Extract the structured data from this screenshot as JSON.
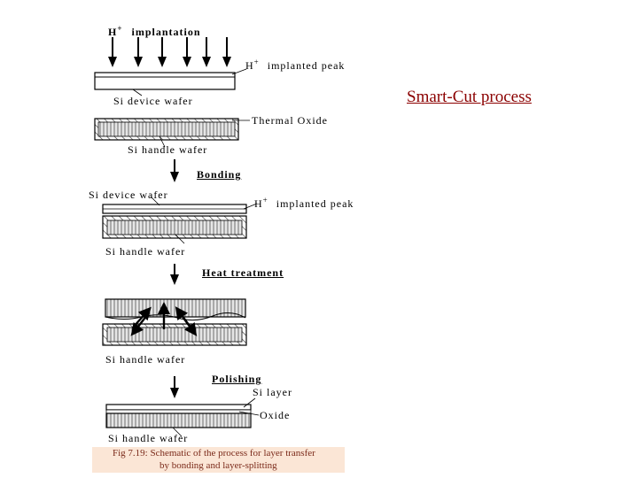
{
  "title": "Smart-Cut process",
  "labels": {
    "h_implantation": "H",
    "h_sup": "+",
    "implantation_word": "implantation",
    "implanted_peak_1": "implanted peak",
    "h_sup_1": "+",
    "si_device_wafer_1": "Si device wafer",
    "thermal_oxide": "Thermal Oxide",
    "si_handle_wafer_1": "Si handle wafer",
    "bonding": "Bonding",
    "si_device_wafer_2": "Si device wafer",
    "implanted_peak_2": "implanted peak",
    "h_sup_2": "+",
    "si_handle_wafer_2": "Si handle wafer",
    "heat_treatment": "Heat treatment",
    "si_handle_wafer_3": "Si handle wafer",
    "polishing": "Polishing",
    "si_layer": "Si layer",
    "oxide": "Oxide",
    "si_handle_wafer_4": "Si handle wafer"
  },
  "caption": {
    "line1": "Fig 7.19: Schematic of the process for layer transfer",
    "line2": "by bonding and layer-splitting"
  },
  "colors": {
    "title": "#8b0000",
    "caption_bg": "#fbe6d6",
    "caption_text": "#7b2a1a"
  }
}
